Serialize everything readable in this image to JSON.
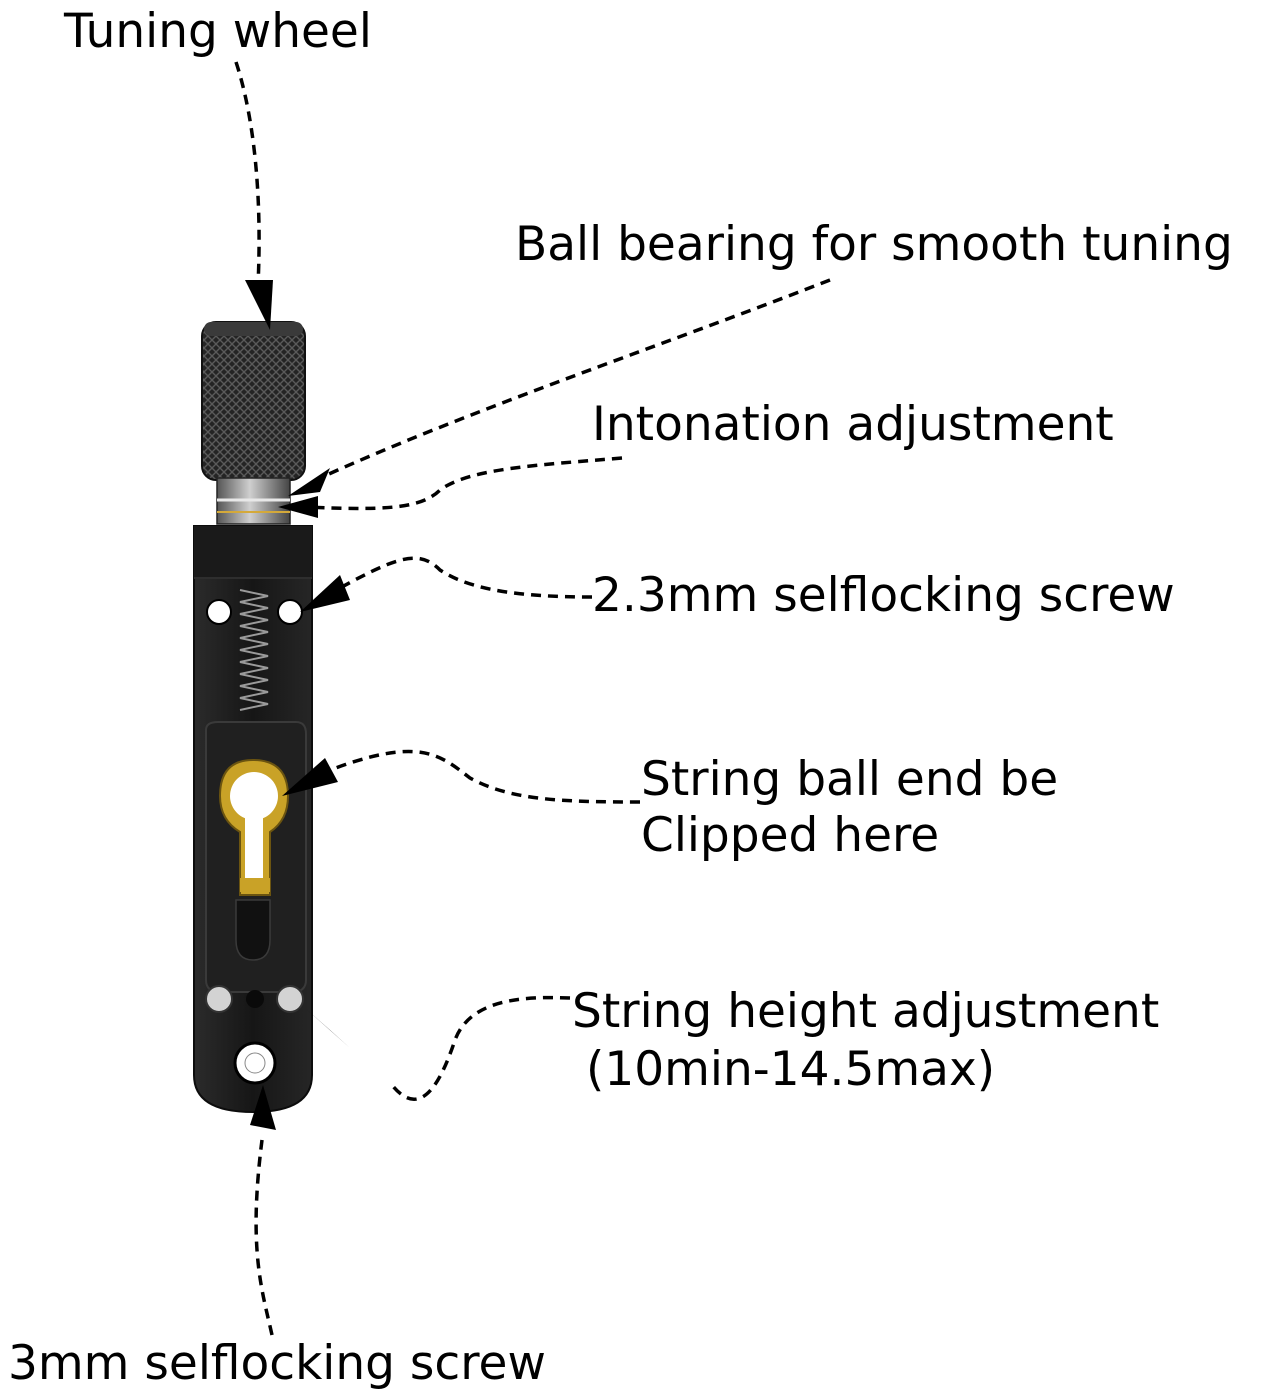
{
  "labels": {
    "tuning_wheel": "Tuning wheel",
    "ball_bearing": "Ball bearing for smooth tuning",
    "intonation": "Intonation adjustment",
    "screw_23": "2.3mm selflocking screw",
    "string_ball_line1": "String ball end be",
    "string_ball_line2": "Clipped here",
    "string_height_line1": "String height adjustment",
    "string_height_line2": "(10min-14.5max)",
    "screw_3": "3mm selflocking screw"
  },
  "colors": {
    "text": "#000000",
    "background": "#ffffff",
    "body": "#1c1c1c",
    "knob": "#222222",
    "brass_clip": "#c9a227",
    "spring": "#8a8a8a",
    "screw_head": "#cfcfcf"
  }
}
